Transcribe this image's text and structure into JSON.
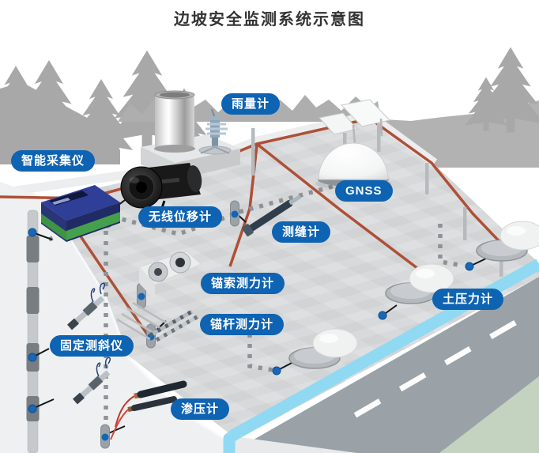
{
  "title": "边坡安全监测系统示意图",
  "labels": [
    {
      "id": "smart-collector",
      "text": "智能采集仪"
    },
    {
      "id": "rain-gauge",
      "text": "雨量计"
    },
    {
      "id": "gnss",
      "text": "GNSS"
    },
    {
      "id": "wireless-displacement",
      "text": "无线位移计"
    },
    {
      "id": "crack-meter",
      "text": "测缝计"
    },
    {
      "id": "anchor-cable-dynamometer",
      "text": "锚索测力计"
    },
    {
      "id": "anchor-rod-dynamometer",
      "text": "锚杆测力计"
    },
    {
      "id": "earth-pressure-cell",
      "text": "土压力计"
    },
    {
      "id": "fixed-inclinometer",
      "text": "固定测斜仪"
    },
    {
      "id": "piezometer",
      "text": "渗压计"
    }
  ],
  "colors": {
    "label_background": "#0e63b2",
    "label_text": "#ffffff",
    "cable": "#ae5037",
    "drainage_channel": "#90d9f2",
    "road": "#9aa1a7",
    "grass": "#c3d3c0",
    "silhouette": "#a8a8a8",
    "slope": "#d8d9da"
  }
}
